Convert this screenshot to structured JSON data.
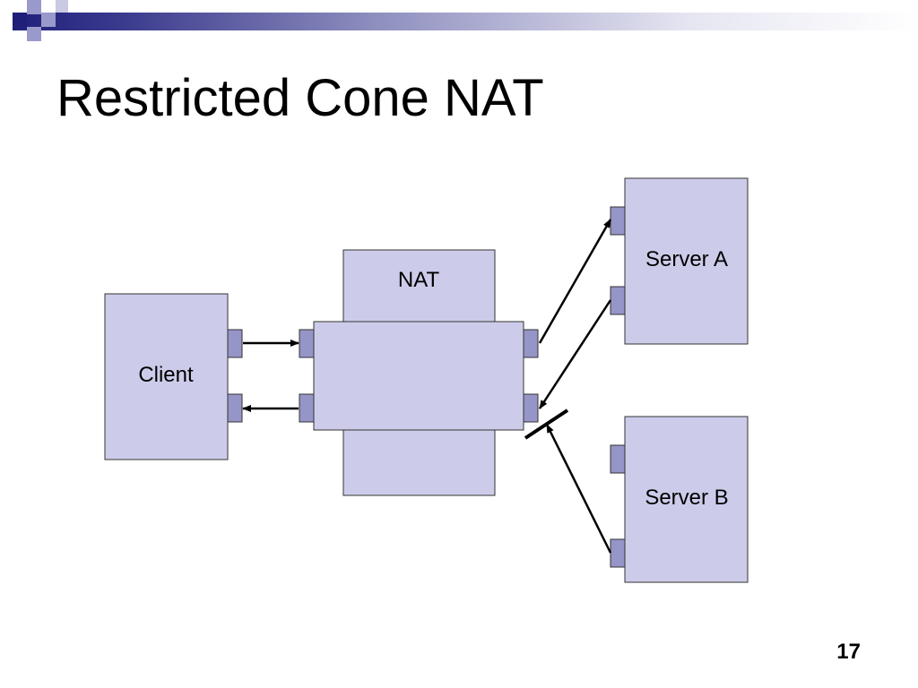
{
  "slide": {
    "title": "Restricted Cone NAT",
    "page_number": "17"
  },
  "diagram": {
    "nodes": {
      "client": "Client",
      "nat": "NAT",
      "server_a": "Server A",
      "server_b": "Server B"
    }
  },
  "colors": {
    "box_fill": "#ccccea",
    "port_fill": "#9595c8",
    "outline": "#333333",
    "deco_dark": "#1f1f7a",
    "deco_light": "#9999cc"
  }
}
